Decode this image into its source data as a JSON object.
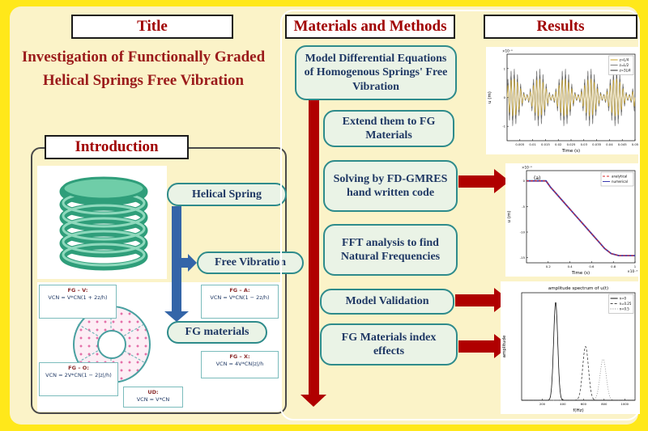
{
  "palette": {
    "background": "#FFE81A",
    "panel": "#FBF3C8",
    "header_text": "#A00000",
    "box_bg": "#EAF3E6",
    "box_border": "#2E8B8B",
    "box_text": "#1F3864",
    "blue_arrow": "#3465A8",
    "red_arrow": "#B00000"
  },
  "left": {
    "title_header": "Title",
    "title_text": "Investigation of Functionally Graded Helical Springs Free Vibration",
    "introduction": {
      "header": "Introduction",
      "labels": {
        "helical_spring": "Helical Spring",
        "free_vibration": "Free Vibration",
        "fg_materials": "FG materials"
      },
      "fg_diagram": {
        "boxes": [
          {
            "label": "FG – V:",
            "formula": "VCN = V*CN(1 + 2z/h)"
          },
          {
            "label": "FG – A:",
            "formula": "VCN = V*CN(1 − 2z/h)"
          },
          {
            "label": "FG – O:",
            "formula": "VCN = 2V*CN(1 − 2|z|/h)"
          },
          {
            "label": "FG – X:",
            "formula": "VCN = 4V*CN|z|/h"
          },
          {
            "label": "UD:",
            "formula": "VCN = V*CN"
          }
        ]
      }
    }
  },
  "middle": {
    "header": "Materials and Methods",
    "steps": [
      "Model Differential Equations of Homogenous Springs' Free Vibration",
      "Extend them to FG Materials",
      "Solving by FD-GMRES hand written code",
      "FFT analysis to find Natural Frequencies",
      "Model Validation",
      "FG Materials index effects"
    ]
  },
  "right": {
    "header": "Results"
  },
  "chart_data": [
    {
      "type": "line",
      "title": "",
      "xlabel": "Time (s)",
      "ylabel": "u (m)",
      "y_scale_label": "×10⁻³",
      "x_range": [
        0,
        0.05
      ],
      "y_range": [
        -1.5,
        1.5
      ],
      "x_ticks": [
        0.005,
        0.01,
        0.015,
        0.02,
        0.025,
        0.03,
        0.035,
        0.04,
        0.045,
        0.05
      ],
      "y_ticks": [
        -1,
        0,
        1
      ],
      "series": [
        {
          "name": "z=L/4",
          "color": "#c9a227",
          "dash": "solid",
          "width": 0.6,
          "signal": {
            "amp": 0.65,
            "freq": 800,
            "beat_freq": 100
          }
        },
        {
          "name": "z=L/2",
          "color": "#7f7f7f",
          "dash": "solid",
          "width": 0.6,
          "signal": {
            "amp": 1.0,
            "freq": 800,
            "beat_freq": 100
          }
        },
        {
          "name": "z=3L/4",
          "color": "#2b2b2b",
          "dash": "solid",
          "width": 0.6,
          "signal": {
            "amp": 0.8,
            "freq": 800,
            "beat_freq": 100
          }
        }
      ]
    },
    {
      "type": "line",
      "annotation": "(a)",
      "xlabel": "Time (s)",
      "ylabel": "u (m)",
      "x_scale_label": "×10⁻³",
      "y_scale_label": "×10⁻³",
      "x_range": [
        0,
        1
      ],
      "y_range": [
        -16,
        2
      ],
      "x_ticks": [
        0.2,
        0.4,
        0.6,
        0.8,
        1
      ],
      "y_ticks": [
        -15,
        -10,
        -5,
        0
      ],
      "series": [
        {
          "name": "analytical",
          "color": "#d42a2a",
          "dash": "dashed",
          "width": 1.1,
          "points": [
            [
              0,
              0
            ],
            [
              0.18,
              0
            ],
            [
              0.22,
              -1.2
            ],
            [
              0.27,
              -2.4
            ],
            [
              0.32,
              -3.6
            ],
            [
              0.37,
              -4.8
            ],
            [
              0.42,
              -6.0
            ],
            [
              0.47,
              -7.2
            ],
            [
              0.52,
              -8.4
            ],
            [
              0.57,
              -9.6
            ],
            [
              0.62,
              -10.8
            ],
            [
              0.67,
              -12.0
            ],
            [
              0.72,
              -13.2
            ],
            [
              0.78,
              -14.2
            ],
            [
              0.85,
              -14.6
            ],
            [
              1,
              -14.6
            ]
          ]
        },
        {
          "name": "numerical",
          "color": "#3a3ab0",
          "dash": "solid",
          "width": 1.8,
          "points": [
            [
              0,
              0
            ],
            [
              0.18,
              0
            ],
            [
              0.22,
              -1.2
            ],
            [
              0.27,
              -2.4
            ],
            [
              0.32,
              -3.6
            ],
            [
              0.37,
              -4.8
            ],
            [
              0.42,
              -6.0
            ],
            [
              0.47,
              -7.2
            ],
            [
              0.52,
              -8.4
            ],
            [
              0.57,
              -9.6
            ],
            [
              0.62,
              -10.8
            ],
            [
              0.67,
              -12.0
            ],
            [
              0.72,
              -13.2
            ],
            [
              0.78,
              -14.2
            ],
            [
              0.85,
              -14.6
            ],
            [
              1,
              -14.6
            ]
          ]
        }
      ]
    },
    {
      "type": "line",
      "title": "amplitude spectrum of u(t)",
      "xlabel": "f(Hz)",
      "ylabel": "amplitude",
      "x_range": [
        0,
        1100
      ],
      "y_range": [
        0,
        1.1
      ],
      "x_ticks": [
        200,
        400,
        600,
        800,
        1000
      ],
      "y_ticks": [],
      "series": [
        {
          "name": "n=0",
          "color": "#111111",
          "dash": "solid",
          "width": 0.8,
          "peak": {
            "center": 330,
            "height": 1.0,
            "width": 20
          }
        },
        {
          "name": "n=0.25",
          "color": "#444444",
          "dash": "dashed",
          "width": 0.8,
          "peak": {
            "center": 620,
            "height": 0.55,
            "width": 28
          }
        },
        {
          "name": "n=0.5",
          "color": "#888888",
          "dash": "dotted",
          "width": 0.8,
          "peak": {
            "center": 790,
            "height": 0.42,
            "width": 30
          }
        }
      ]
    }
  ]
}
